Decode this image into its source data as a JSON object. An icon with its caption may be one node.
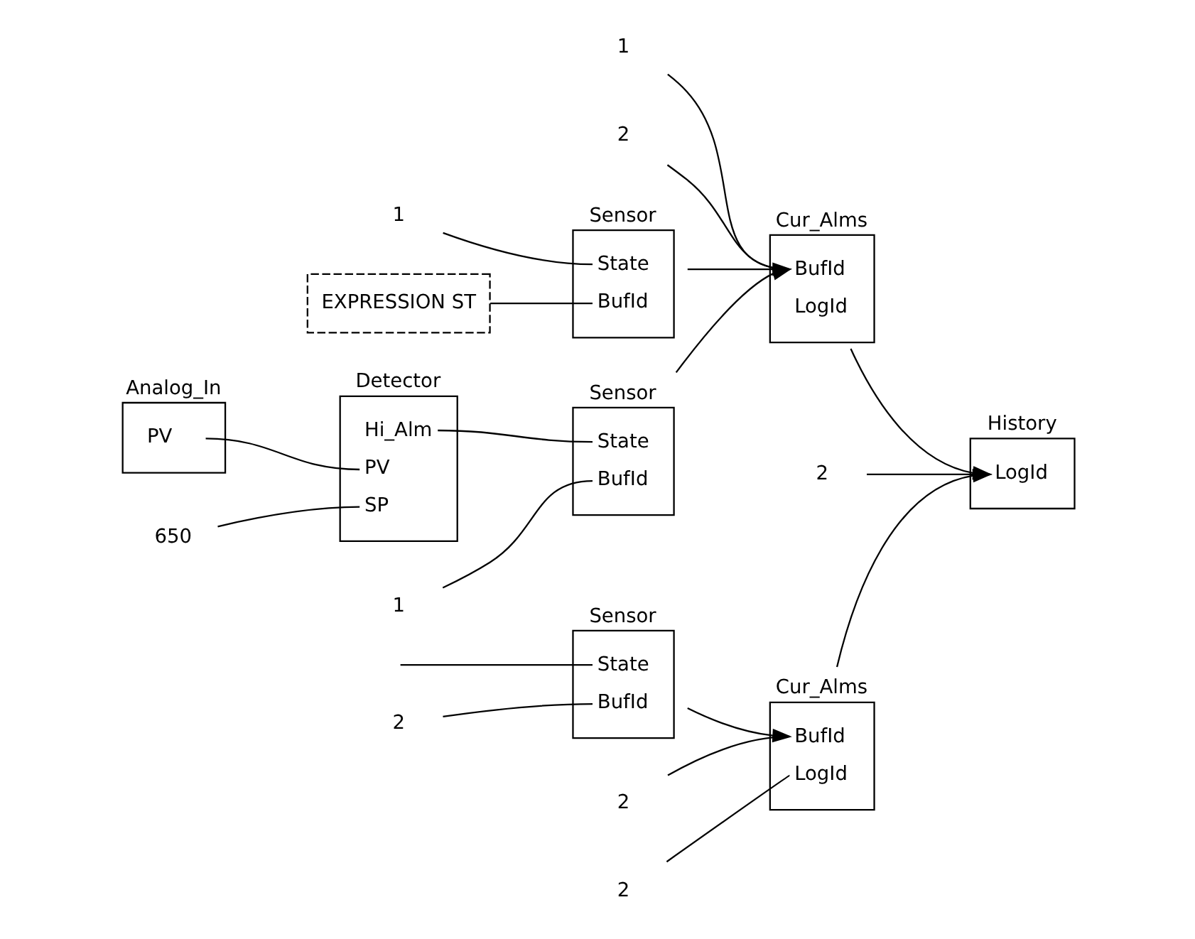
{
  "diagram": {
    "nodes": [
      {
        "text": [
          "Analog_In",
          "PV"
        ]
      },
      {
        "text": [
          "Detector",
          "Hi_Alm",
          "PV",
          "SP"
        ]
      },
      {
        "text": [
          "650"
        ]
      },
      {
        "text": [
          "Sensor",
          "State",
          "BufId"
        ]
      },
      {
        "text": [
          "1"
        ]
      },
      {
        "text": [
          "Cur_Alms",
          "BufId",
          "LogId"
        ]
      },
      {
        "text": [
          "1"
        ]
      },
      {
        "text": [
          "2"
        ]
      },
      {
        "text": [
          "EXPRESSION ST"
        ]
      },
      {
        "text": [
          "Sensor",
          "State",
          "BufId"
        ]
      },
      {
        "text": [
          "1"
        ]
      },
      {
        "text": [
          "History",
          "LogId"
        ]
      },
      {
        "text": [
          "2"
        ]
      },
      {
        "text": [
          "Sensor",
          "State",
          "BufId"
        ]
      },
      {
        "text": [
          "2"
        ]
      },
      {
        "text": [
          "Cur_Alms",
          "BufId",
          "LogId"
        ]
      },
      {
        "text": [
          "2"
        ]
      },
      {
        "text": [
          "2"
        ]
      }
    ],
    "edges": [
      {
        "from": 0,
        "to": 1,
        "arrow": "none"
      },
      {
        "from": 2,
        "to": 1,
        "arrow": "none"
      },
      {
        "from": 1,
        "to": 3,
        "arrow": "none"
      },
      {
        "from": 4,
        "to": 3,
        "arrow": "none"
      },
      {
        "from": 3,
        "to": 5,
        "arrow": "to"
      },
      {
        "from": 6,
        "to": 5,
        "arrow": "none"
      },
      {
        "from": 7,
        "to": 5,
        "arrow": "none"
      },
      {
        "from": 8,
        "to": 9,
        "arrow": "none"
      },
      {
        "from": 10,
        "to": 9,
        "arrow": "none"
      },
      {
        "from": 9,
        "to": 5,
        "arrow": "to"
      },
      {
        "from": 5,
        "to": 11,
        "arrow": "to"
      },
      {
        "from": 12,
        "to": 11,
        "arrow": "none"
      },
      {
        "from": null,
        "to": 13,
        "arrow": "none"
      },
      {
        "from": 14,
        "to": 13,
        "arrow": "none"
      },
      {
        "from": 13,
        "to": 15,
        "arrow": "to"
      },
      {
        "from": 16,
        "to": 15,
        "arrow": "none"
      },
      {
        "from": 17,
        "to": 15,
        "arrow": "none"
      },
      {
        "from": 15,
        "to": 11,
        "arrow": "to"
      }
    ]
  }
}
